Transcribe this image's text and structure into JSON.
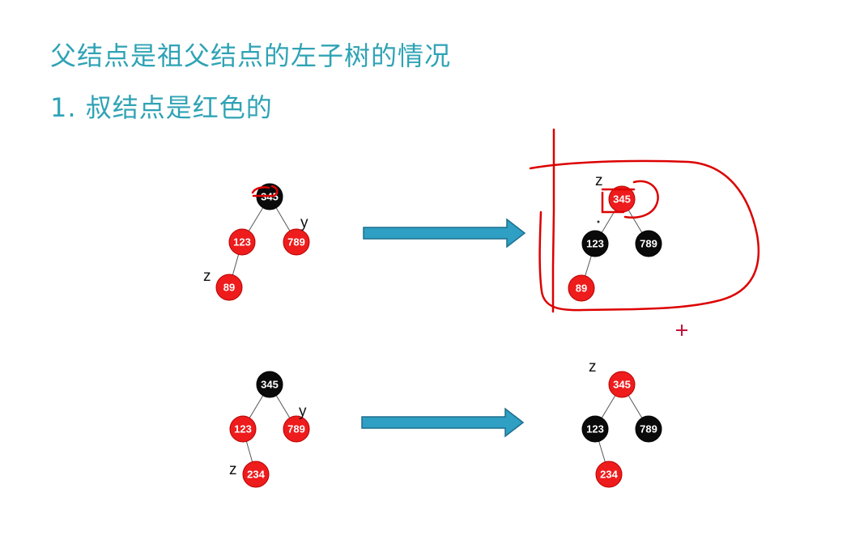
{
  "slide": {
    "title": "父结点是祖父结点的左子树的情况",
    "subtitle": "1. 叔结点是红色的"
  },
  "colors": {
    "title": "#2fa3b5",
    "red_node": "#ee1c1c",
    "black_node": "#0a0a0a",
    "arrow_fill": "#2f9fc4",
    "arrow_stroke": "#1d6e8c",
    "annotation": "#dd0000"
  },
  "trees": [
    {
      "id": "top-before",
      "nodes": [
        {
          "key": "g",
          "text": "345",
          "color": "black"
        },
        {
          "key": "p",
          "text": "123",
          "color": "red"
        },
        {
          "key": "u",
          "text": "789",
          "color": "red"
        },
        {
          "key": "z",
          "text": "89",
          "color": "red"
        }
      ],
      "labels": [
        {
          "text": "y",
          "near": "u"
        },
        {
          "text": "z",
          "near": "z"
        }
      ]
    },
    {
      "id": "top-after",
      "nodes": [
        {
          "key": "g",
          "text": "345",
          "color": "red"
        },
        {
          "key": "p",
          "text": "123",
          "color": "black"
        },
        {
          "key": "u",
          "text": "789",
          "color": "black"
        },
        {
          "key": "z",
          "text": "89",
          "color": "red"
        }
      ],
      "labels": [
        {
          "text": "z",
          "near": "g"
        }
      ]
    },
    {
      "id": "bottom-before",
      "nodes": [
        {
          "key": "g",
          "text": "345",
          "color": "black"
        },
        {
          "key": "p",
          "text": "123",
          "color": "red"
        },
        {
          "key": "u",
          "text": "789",
          "color": "red"
        },
        {
          "key": "z",
          "text": "234",
          "color": "red"
        }
      ],
      "labels": [
        {
          "text": "y",
          "near": "u"
        },
        {
          "text": "z",
          "near": "z"
        }
      ]
    },
    {
      "id": "bottom-after",
      "nodes": [
        {
          "key": "g",
          "text": "345",
          "color": "red"
        },
        {
          "key": "p",
          "text": "123",
          "color": "black"
        },
        {
          "key": "u",
          "text": "789",
          "color": "black"
        },
        {
          "key": "z",
          "text": "234",
          "color": "red"
        }
      ],
      "labels": [
        {
          "text": "z",
          "near": "g"
        }
      ]
    }
  ],
  "arrows": [
    "top-transform-arrow",
    "bottom-transform-arrow"
  ]
}
